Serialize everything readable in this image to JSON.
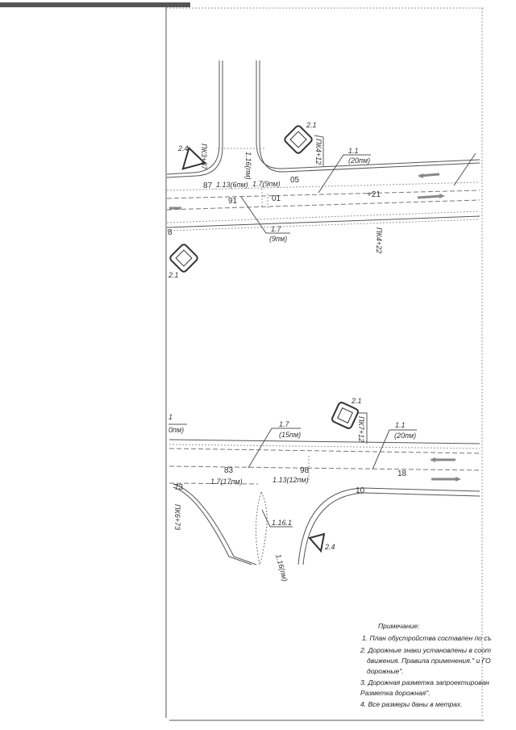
{
  "top_plan": {
    "sign_labels": [
      "2.1",
      "2.4",
      "2.1"
    ],
    "pk_labels": [
      "ПК3+87",
      "ПК4+12",
      "ПК4+22"
    ],
    "markings": [
      {
        "code": "1.1",
        "length": "(20пм)"
      },
      {
        "code": "1.7",
        "length": "(9пм)"
      },
      {
        "code": "1.13(6пм)"
      },
      {
        "code": "1.7(9пм)"
      },
      {
        "code": "1.16(пм)"
      }
    ],
    "offsets": [
      "87",
      "05",
      "91",
      "01",
      "+21",
      "8"
    ]
  },
  "bottom_plan": {
    "sign_labels": [
      "2.1",
      "2.4"
    ],
    "pk_labels": [
      "ПК7+12",
      "ПК6+73"
    ],
    "markings": [
      {
        "code": "1.7",
        "length": "(15пм)"
      },
      {
        "code": "1.1",
        "length": "(20пм)"
      },
      {
        "code": "1.7(17пм)"
      },
      {
        "code": "1.13(12пм)"
      },
      {
        "code": "1.16.1"
      },
      {
        "code": "1.16(пм)"
      },
      {
        "code": "1",
        "length": "0пм)"
      }
    ],
    "offsets": [
      "83",
      "98",
      "18",
      "73",
      "10"
    ]
  },
  "notes": {
    "title": "Примечание:",
    "lines": [
      "1. План обустройства составлен по съ",
      "2. Дорожные знаки установлены в соот",
      "движения. Правила применения.\" и ГО",
      "дорожные\".",
      "3. Дорожная разметка запроектирован",
      "Разметка дорожная\".",
      "4. Все размеры даны в метрах."
    ]
  }
}
